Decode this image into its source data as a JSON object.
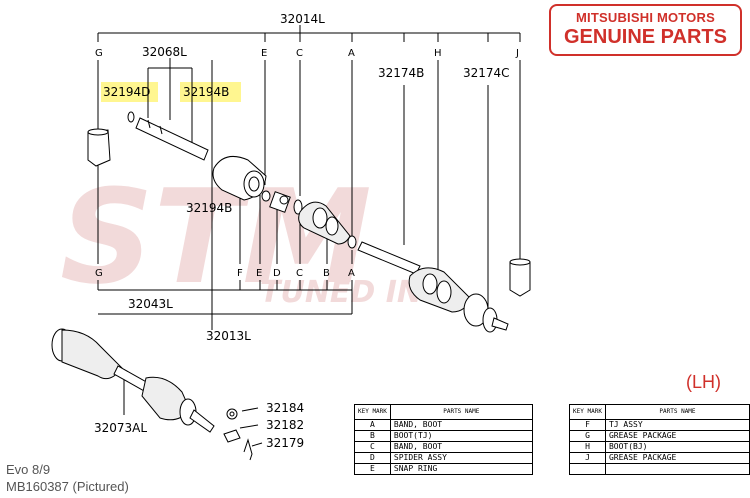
{
  "brand": {
    "line1": "MITSUBISHI MOTORS",
    "line2": "GENUINE PARTS"
  },
  "watermark": {
    "big": "STM",
    "small": "TUNED INC."
  },
  "side_note": "(LH)",
  "captions": {
    "model": "Evo 8/9",
    "part": "MB160387  (Pictured)"
  },
  "labels": {
    "p32014L": "32014L",
    "p32068L": "32068L",
    "p32194D": "32194D",
    "p32194B_top": "32194B",
    "p32194B_mid": "32194B",
    "p32174B": "32174B",
    "p32174C": "32174C",
    "p32043L": "32043L",
    "p32013L": "32013L",
    "p32073AL": "32073AL",
    "p32184": "32184",
    "p32182": "32182",
    "p32179": "32179"
  },
  "top_letters": {
    "G": "G",
    "E": "E",
    "C": "C",
    "A": "A",
    "H": "H",
    "J": "J"
  },
  "bottom_letters": {
    "G": "G",
    "F": "F",
    "E": "E",
    "D": "D",
    "C": "C",
    "B": "B",
    "A": "A"
  },
  "key_table": {
    "headers": {
      "mark": "KEY MARK",
      "name": "PARTS NAME"
    },
    "left": [
      {
        "mark": "A",
        "name": "BAND, BOOT"
      },
      {
        "mark": "B",
        "name": "BOOT(TJ)"
      },
      {
        "mark": "C",
        "name": "BAND, BOOT"
      },
      {
        "mark": "D",
        "name": "SPIDER ASSY"
      },
      {
        "mark": "E",
        "name": "SNAP RING"
      }
    ],
    "right": [
      {
        "mark": "F",
        "name": "TJ ASSY"
      },
      {
        "mark": "G",
        "name": "GREASE PACKAGE"
      },
      {
        "mark": "H",
        "name": "BOOT(BJ)"
      },
      {
        "mark": "J",
        "name": "GREASE PACKAGE"
      },
      {
        "mark": "",
        "name": ""
      }
    ]
  },
  "colors": {
    "accent": "#d0302a",
    "highlight": "#fff36b",
    "watermark": "#f2dada"
  }
}
